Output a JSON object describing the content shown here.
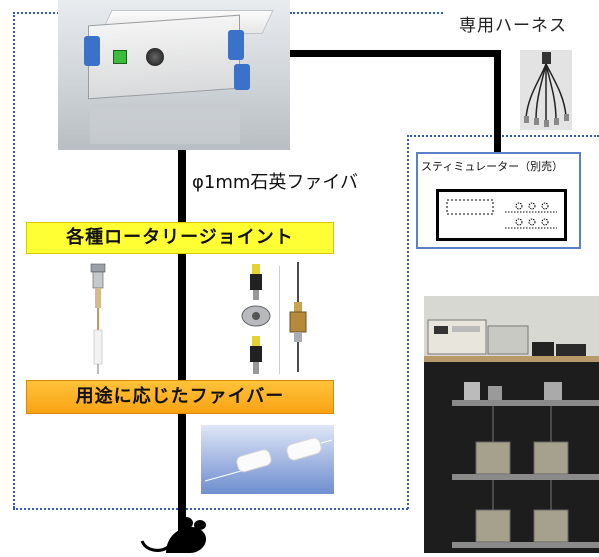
{
  "labels": {
    "harness": "専用ハーネス",
    "fiber": "φ1mm石英ファイバ",
    "stimulator": "スティミュレーター（別売）",
    "rotary_joints": "各種ロータリージョイント",
    "fibers_by_use": "用途に応じたファイバー"
  },
  "colors": {
    "dotted_boundary": "#3355cc",
    "yellow_banner": "#ffff33",
    "orange_banner": "#f9a314",
    "device_accent": "#3b72c9",
    "cable": "#000000"
  },
  "icons": [
    "device-photo",
    "harness-photo",
    "rotary-joint-photo",
    "connector-photo",
    "fiber-photo",
    "lab-photo",
    "mouse-icon"
  ]
}
